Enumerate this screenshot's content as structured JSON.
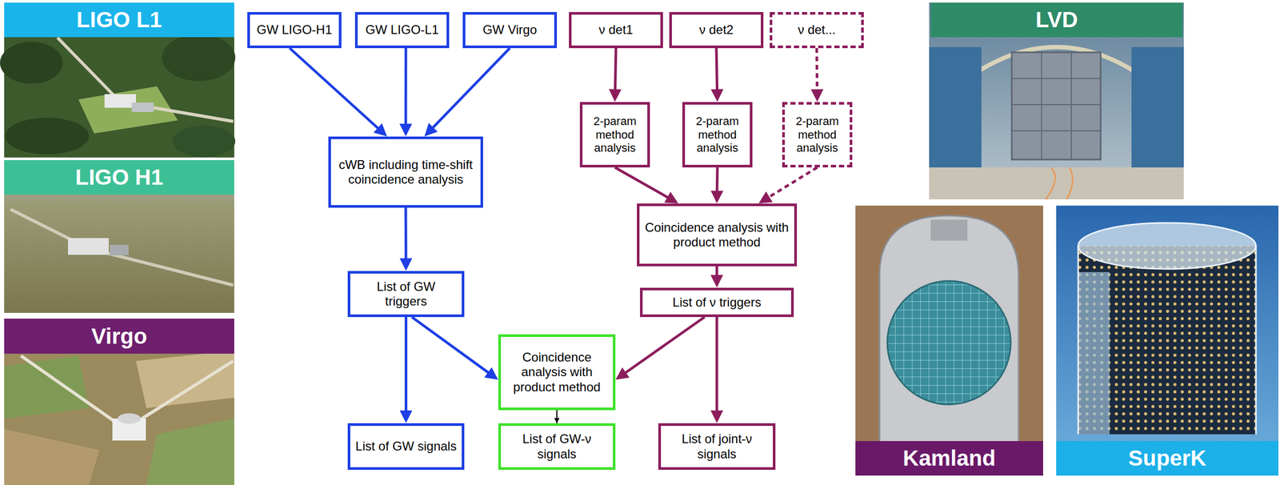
{
  "diagram": {
    "nodes": [
      {
        "text": [
          "LIGO L1"
        ]
      },
      {
        "text": [
          "LIGO H1"
        ]
      },
      {
        "text": [
          "Virgo"
        ]
      },
      {
        "text": [
          "GW LIGO-H1"
        ]
      },
      {
        "text": [
          "GW LIGO-L1"
        ]
      },
      {
        "text": [
          "GW Virgo"
        ]
      },
      {
        "text": [
          "ν det1"
        ]
      },
      {
        "text": [
          "ν det2"
        ]
      },
      {
        "text": [
          "ν det..."
        ]
      },
      {
        "text": [
          "cWB including time-shift coincidence analysis"
        ]
      },
      {
        "text": [
          "2-param method analysis"
        ]
      },
      {
        "text": [
          "2-param method analysis"
        ]
      },
      {
        "text": [
          "2-param method analysis"
        ]
      },
      {
        "text": [
          "Coincidence analysis with product method"
        ]
      },
      {
        "text": [
          "List of GW triggers"
        ]
      },
      {
        "text": [
          "List of ν triggers"
        ]
      },
      {
        "text": [
          "Coincidence analysis with product method"
        ]
      },
      {
        "text": [
          "List of GW signals"
        ]
      },
      {
        "text": [
          "List of GW-ν signals"
        ]
      },
      {
        "text": [
          "List of joint-ν signals"
        ]
      },
      {
        "text": [
          "LVD"
        ]
      },
      {
        "text": [
          "Kamland"
        ]
      },
      {
        "text": [
          "SuperK"
        ]
      }
    ],
    "edges": [
      {
        "from": 3,
        "to": 9,
        "arrow": "to"
      },
      {
        "from": 4,
        "to": 9,
        "arrow": "to"
      },
      {
        "from": 5,
        "to": 9,
        "arrow": "to"
      },
      {
        "from": 6,
        "to": 10,
        "arrow": "to"
      },
      {
        "from": 7,
        "to": 11,
        "arrow": "to"
      },
      {
        "from": 8,
        "to": 12,
        "arrow": "to"
      },
      {
        "from": 10,
        "to": 13,
        "arrow": "to"
      },
      {
        "from": 11,
        "to": 13,
        "arrow": "to"
      },
      {
        "from": 12,
        "to": 13,
        "arrow": "to"
      },
      {
        "from": 9,
        "to": 14,
        "arrow": "to"
      },
      {
        "from": 14,
        "to": 17,
        "arrow": "to"
      },
      {
        "from": 14,
        "to": 16,
        "arrow": "to"
      },
      {
        "from": 13,
        "to": 15,
        "arrow": "to"
      },
      {
        "from": 15,
        "to": 16,
        "arrow": "to"
      },
      {
        "from": 15,
        "to": 19,
        "arrow": "to"
      },
      {
        "from": 16,
        "to": 18,
        "arrow": "to"
      }
    ]
  }
}
